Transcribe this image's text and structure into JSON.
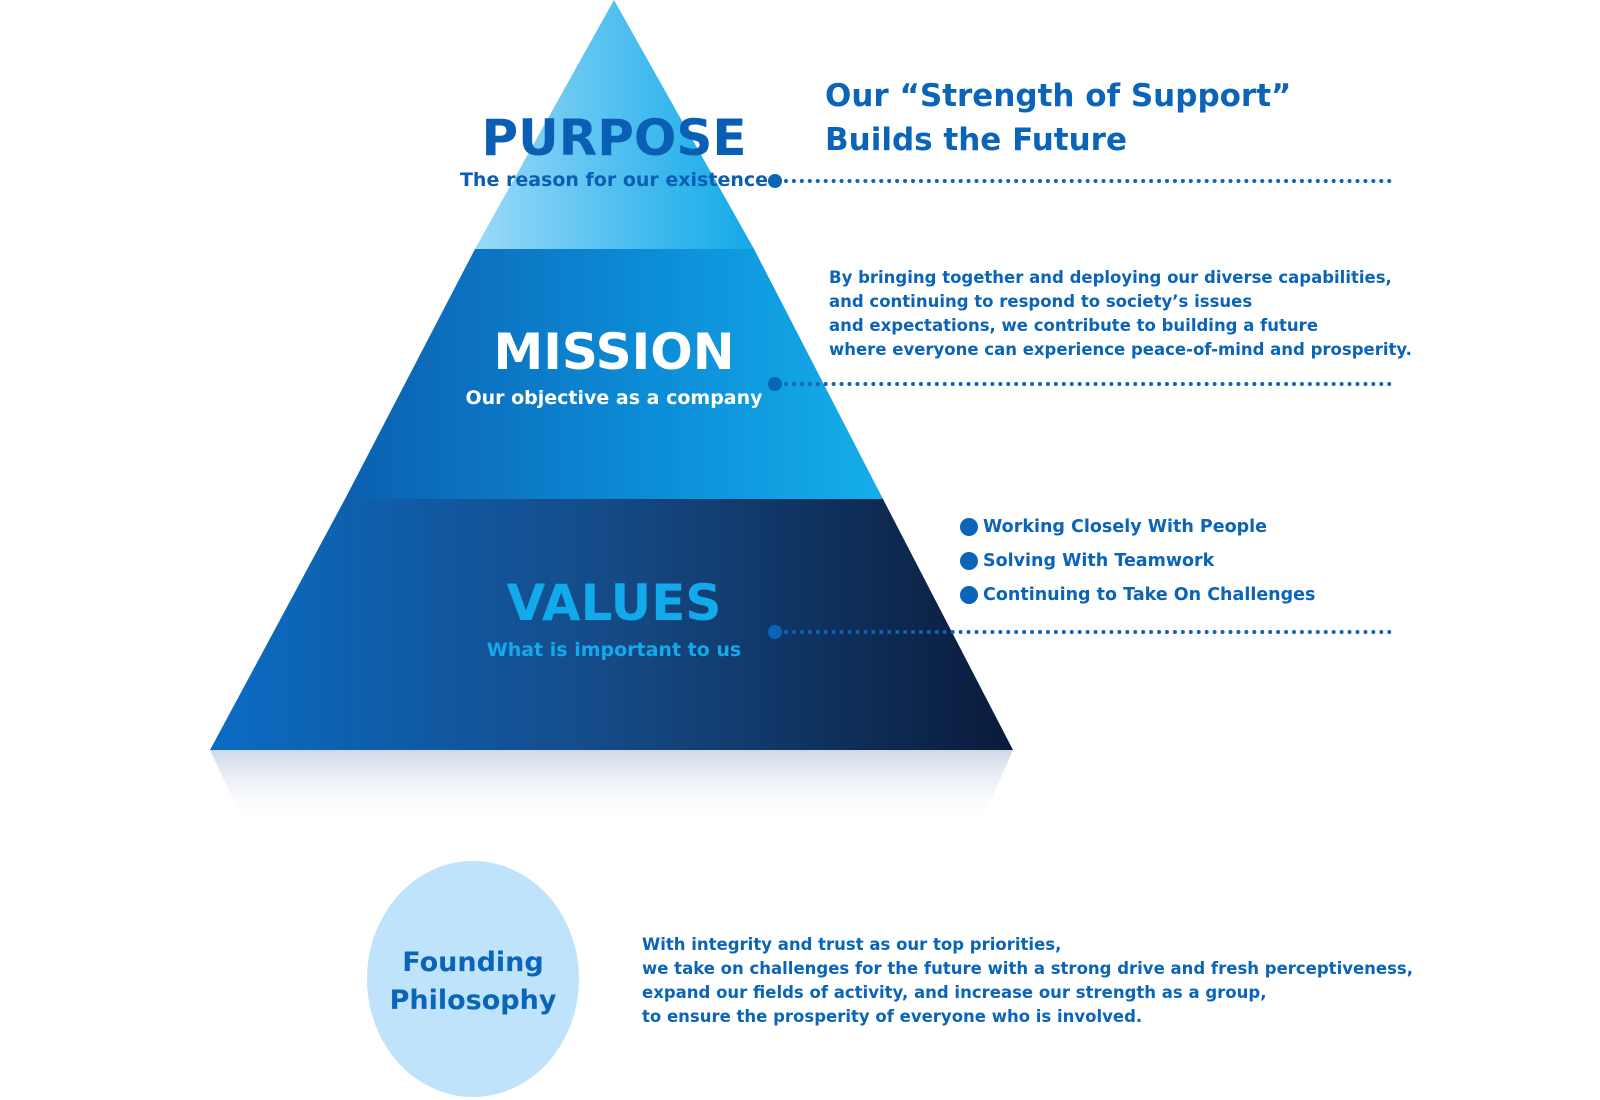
{
  "colors": {
    "accent": "#0a64b8",
    "purpose_top": "#52c0f0",
    "mission_light": "#1ea4e6",
    "values_dark": "#0d2b55",
    "founding_circle": "#bfe3fa"
  },
  "pyramid": {
    "purpose": {
      "title": "PURPOSE",
      "subtitle": "The reason for our existence",
      "statement": [
        "Our “Strength of Support”",
        "Builds the Future"
      ]
    },
    "mission": {
      "title": "MISSION",
      "subtitle": "Our objective as a company",
      "statement": [
        "By bringing together and deploying our diverse capabilities,",
        "and continuing to respond to society’s issues",
        "and expectations, we contribute to building a future",
        "where everyone can experience peace-of-mind and prosperity."
      ]
    },
    "values": {
      "title": "VALUES",
      "subtitle": "What is important to us",
      "items": [
        "Working Closely With People",
        "Solving With Teamwork",
        "Continuing to Take On Challenges"
      ]
    }
  },
  "founding": {
    "label": [
      "Founding",
      "Philosophy"
    ],
    "statement": [
      "With integrity and trust as our top priorities,",
      "we take on challenges for the future with a strong drive and fresh perceptiveness,",
      "expand our fields of activity, and increase our strength as a group,",
      "to ensure the prosperity of everyone who is involved."
    ]
  }
}
